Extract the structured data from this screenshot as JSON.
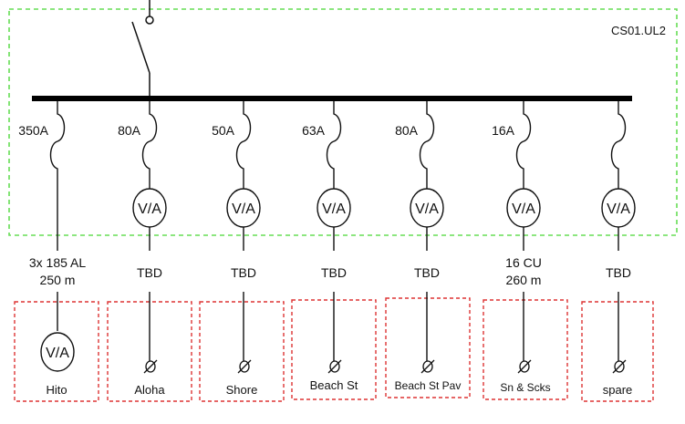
{
  "board": {
    "id_label": "CS01.UL2",
    "enclosure_color": "#66dd55",
    "load_box_color": "#dd3333",
    "meter_label": "V/A"
  },
  "circuits": [
    {
      "rating": "350A",
      "cable_line1": "3x 185 AL",
      "cable_line2": "250 m",
      "meter_on_board": false,
      "load": "Hito",
      "load_symbol": "meter"
    },
    {
      "rating": "80A",
      "cable_line1": "TBD",
      "cable_line2": "",
      "meter_on_board": true,
      "load": "Aloha",
      "load_symbol": "isolator"
    },
    {
      "rating": "50A",
      "cable_line1": "TBD",
      "cable_line2": "",
      "meter_on_board": true,
      "load": "Shore",
      "load_symbol": "isolator"
    },
    {
      "rating": "63A",
      "cable_line1": "TBD",
      "cable_line2": "",
      "meter_on_board": true,
      "load": "Beach St",
      "load_symbol": "isolator"
    },
    {
      "rating": "80A",
      "cable_line1": "TBD",
      "cable_line2": "",
      "meter_on_board": true,
      "load": "Beach St Pav",
      "load_symbol": "isolator"
    },
    {
      "rating": "16A",
      "cable_line1": "16 CU",
      "cable_line2": "260 m",
      "meter_on_board": true,
      "load": "Sn & Scks",
      "load_symbol": "isolator"
    },
    {
      "rating": "",
      "cable_line1": "TBD",
      "cable_line2": "",
      "meter_on_board": true,
      "load": "spare",
      "load_symbol": "isolator"
    }
  ]
}
